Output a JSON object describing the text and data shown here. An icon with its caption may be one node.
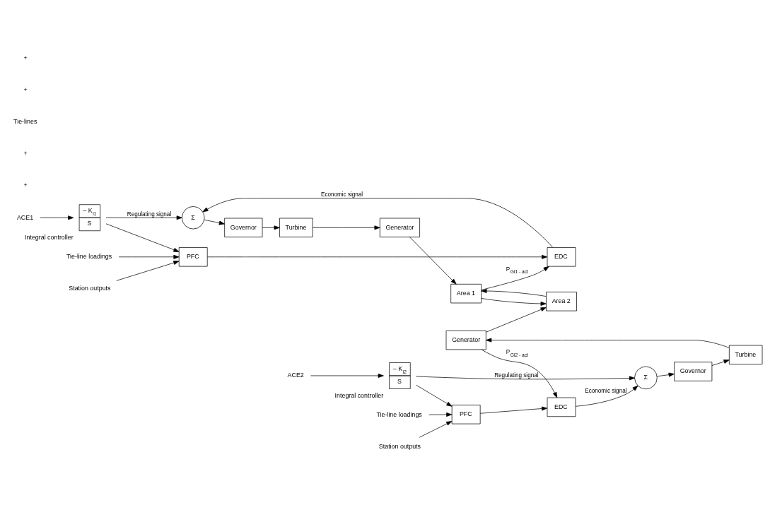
{
  "diagram": {
    "nodes": [
      {
        "text": [
          "ACE1"
        ]
      },
      {
        "text": [
          "– K$_{i1}$",
          "S"
        ],
        "beside": [
          "Integral controller"
        ]
      },
      {
        "text": [
          "Σ"
        ]
      },
      {
        "text": [
          "Governor"
        ]
      },
      {
        "text": [
          "Turbine"
        ]
      },
      {
        "text": [
          "Generator"
        ]
      },
      {
        "text": [
          "Area 1"
        ]
      },
      {
        "text": [
          "PFC"
        ]
      },
      {
        "text": [
          "EDC"
        ]
      },
      {
        "text": [
          "Station outputs"
        ]
      },
      {
        "text": [
          "Tie-line loadings"
        ]
      },
      {
        "text": [
          "Tie-line loadings"
        ]
      },
      {
        "text": [
          "Station outputs"
        ]
      },
      {
        "text": [
          "PFC"
        ]
      },
      {
        "text": [
          "EDC"
        ]
      },
      {
        "text": [
          "ACE2"
        ]
      },
      {
        "text": [
          "– K$_{i2}$",
          "S"
        ],
        "beside": [
          "Integral controller"
        ]
      },
      {
        "text": [
          "Σ"
        ]
      },
      {
        "text": [
          "Governor"
        ]
      },
      {
        "text": [
          "Turbine"
        ]
      },
      {
        "text": [
          "Generator"
        ]
      },
      {
        "text": [
          "Area 2"
        ]
      }
    ],
    "edges": [
      {
        "from": 0,
        "to": 1,
        "arrow": "to"
      },
      {
        "from": 1,
        "to": 2,
        "arrow": "to",
        "label": "Regulating signal"
      },
      {
        "from": 1,
        "to": 7,
        "arrow": "to"
      },
      {
        "from": 2,
        "to": 3,
        "arrow": "to"
      },
      {
        "from": 3,
        "to": 4,
        "arrow": "to"
      },
      {
        "from": 4,
        "to": 5,
        "arrow": "to"
      },
      {
        "from": 5,
        "to": 6,
        "arrow": "to"
      },
      {
        "from": 6,
        "to": 8,
        "arrow": "to",
        "label": "P$_{Gi1 - act}$"
      },
      {
        "from": 7,
        "to": 8,
        "arrow": "to"
      },
      {
        "from": 8,
        "to": 2,
        "arrow": "to",
        "label": "Economic signal"
      },
      {
        "from": 9,
        "to": 7,
        "arrow": "to"
      },
      {
        "from": 10,
        "to": 7,
        "arrow": "to"
      },
      {
        "from": 6,
        "to": 21,
        "arrow": "to"
      },
      {
        "from": 21,
        "to": 6,
        "arrow": "to"
      },
      {
        "from": 11,
        "to": 13,
        "arrow": "to"
      },
      {
        "from": 12,
        "to": 13,
        "arrow": "to"
      },
      {
        "from": 16,
        "to": 13,
        "arrow": "to"
      },
      {
        "from": 13,
        "to": 14,
        "arrow": "to"
      },
      {
        "from": 20,
        "to": 14,
        "arrow": "to",
        "label": "P$_{Gi2 - act}$"
      },
      {
        "from": 14,
        "to": 17,
        "arrow": "to",
        "label": "Economic signal"
      },
      {
        "from": 15,
        "to": 16,
        "arrow": "to"
      },
      {
        "from": 16,
        "to": 17,
        "arrow": "to",
        "label": "Regulating signal"
      },
      {
        "from": 17,
        "to": 18,
        "arrow": "to"
      },
      {
        "from": 18,
        "to": 19,
        "arrow": "to"
      },
      {
        "from": 19,
        "to": 20,
        "arrow": "to"
      },
      {
        "from": 20,
        "to": 21,
        "arrow": "to"
      }
    ],
    "labels": [
      "+",
      "+",
      "Tie-lines",
      "+",
      "+"
    ]
  }
}
